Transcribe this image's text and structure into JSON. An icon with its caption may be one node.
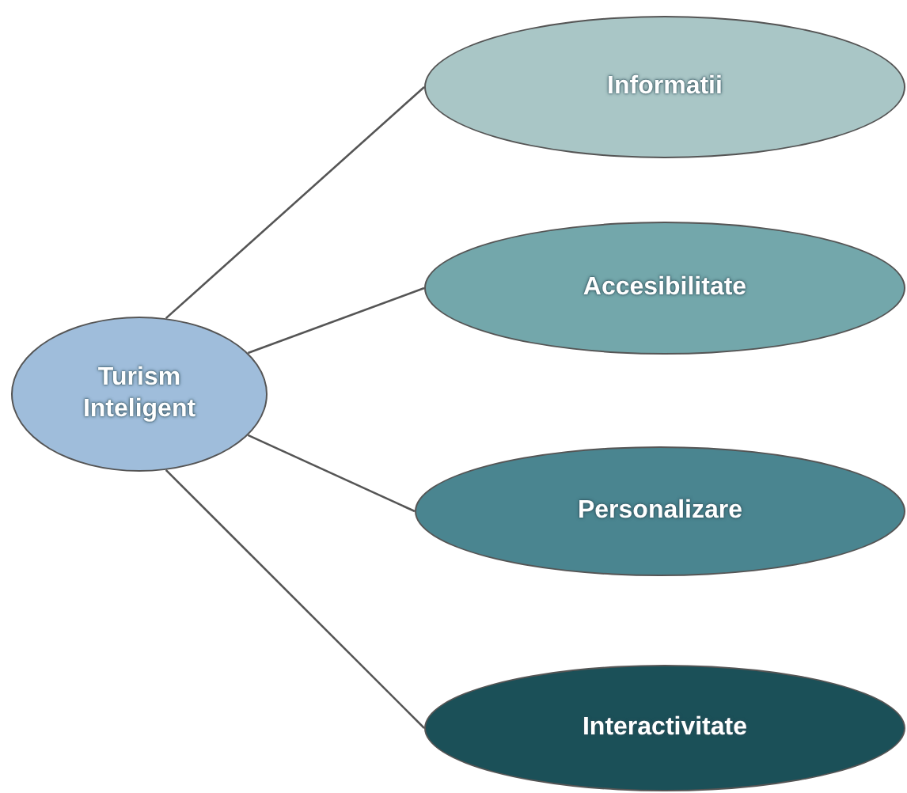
{
  "diagram": {
    "nodes": [
      {
        "text": [
          "Turism Inteligent"
        ]
      },
      {
        "text": [
          "Informatii"
        ]
      },
      {
        "text": [
          "Accesibilitate"
        ]
      },
      {
        "text": [
          "Personalizare"
        ]
      },
      {
        "text": [
          "Interactivitate"
        ]
      }
    ],
    "edges": [
      {
        "from": 0,
        "to": 1,
        "arrow": "none"
      },
      {
        "from": 0,
        "to": 2,
        "arrow": "none"
      },
      {
        "from": 0,
        "to": 3,
        "arrow": "none"
      },
      {
        "from": 0,
        "to": 4,
        "arrow": "none"
      }
    ]
  }
}
